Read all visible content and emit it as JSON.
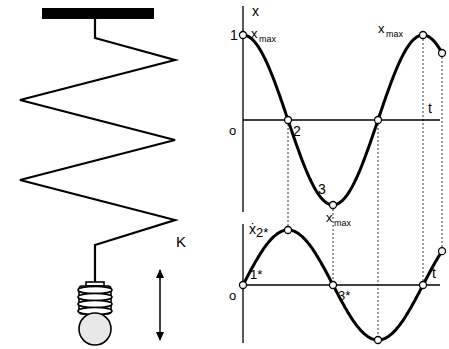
{
  "diagram": {
    "labels": [
      "K",
      "x",
      "1",
      "x",
      "max",
      "2",
      "3",
      "x",
      "max",
      "x",
      "max",
      "t",
      "o",
      "ẋ",
      "2*",
      "1*",
      "3*",
      "o",
      "t"
    ]
  }
}
